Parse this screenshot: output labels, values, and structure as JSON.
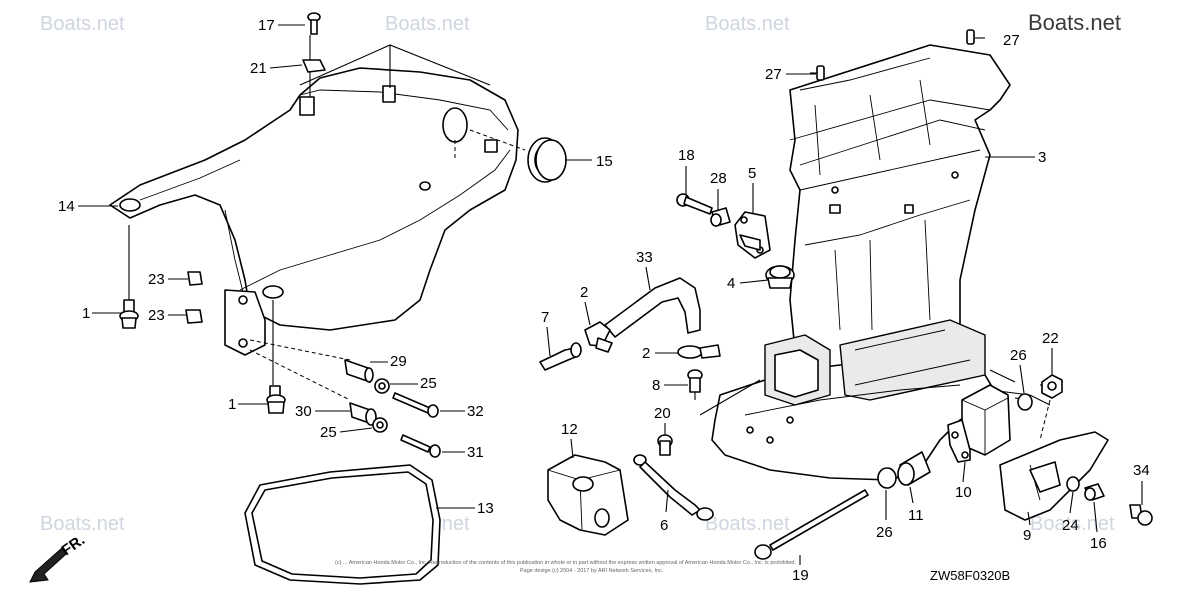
{
  "watermark": {
    "text": "Boats.net",
    "top_right": "Boats.net"
  },
  "diagram_code": "ZW58F0320B",
  "front_arrow_label": "FR.",
  "copyright_line1": "(c) ... American Honda Motor Co., Inc. Reproduction of the contents of this publication in whole or in part without the express written approval of American Honda Motor Co., Inc. is prohibited.",
  "copyright_line2": "Page design (c) 2004 - 2017 by ARI Network Services, Inc.",
  "callouts": {
    "c17": "17",
    "c21": "21",
    "c14": "14",
    "c15": "15",
    "c23a": "23",
    "c23b": "23",
    "c1a": "1",
    "c1b": "1",
    "c29": "29",
    "c25a": "25",
    "c30": "30",
    "c32": "32",
    "c25b": "25",
    "c31": "31",
    "c13": "13",
    "c27a": "27",
    "c27b": "27",
    "c3": "3",
    "c18": "18",
    "c28": "28",
    "c5": "5",
    "c4": "4",
    "c33": "33",
    "c2a": "2",
    "c2b": "2",
    "c7": "7",
    "c8": "8",
    "c20": "20",
    "c12": "12",
    "c6": "6",
    "c26a": "26",
    "c22": "22",
    "c10": "10",
    "c26b": "26",
    "c11": "11",
    "c9": "9",
    "c24": "24",
    "c16": "16",
    "c34": "34",
    "c19": "19"
  }
}
